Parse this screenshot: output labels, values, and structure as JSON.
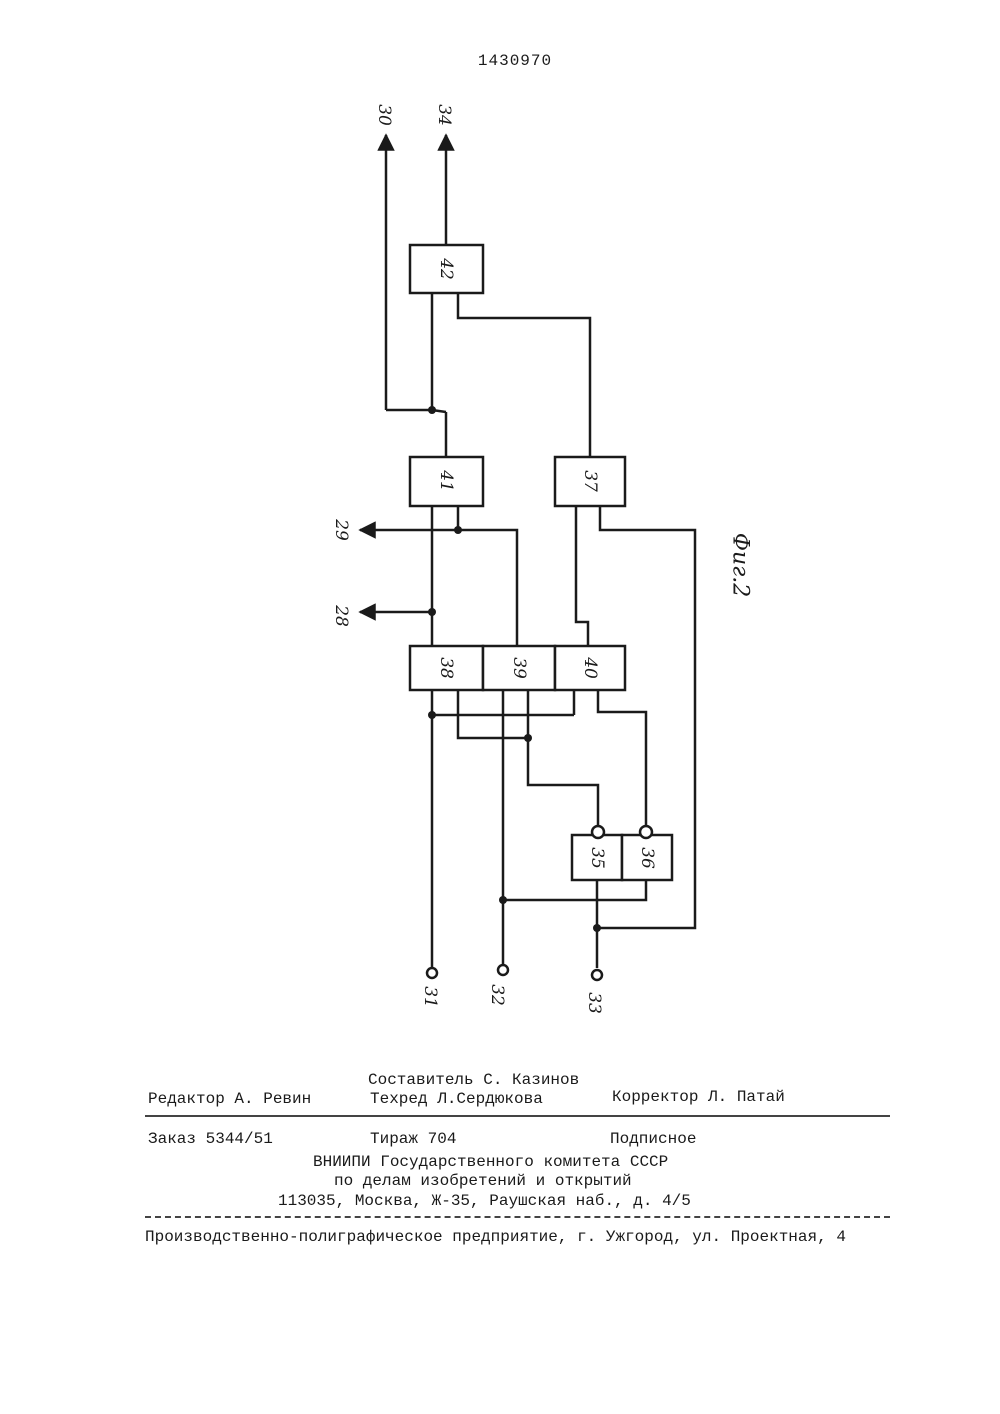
{
  "header": {
    "patent_number": "1430970"
  },
  "figure": {
    "caption": "Фиг.2",
    "blocks": [
      "35",
      "36",
      "37",
      "38",
      "39",
      "40",
      "41",
      "42"
    ],
    "terminals": [
      "28",
      "29",
      "30",
      "31",
      "32",
      "33",
      "34"
    ]
  },
  "imprint": {
    "compiler": "Составитель С. Казинов",
    "editor": "Редактор А. Ревин",
    "techred": "Техред Л.Сердюкова",
    "corrector": "Корректор Л. Патай",
    "order": "Заказ 5344/51",
    "circulation": "Тираж 704",
    "subscription": "Подписное",
    "org_line1": "ВНИИПИ Государственного комитета СССР",
    "org_line2": "по делам изобретений и открытий",
    "org_address": "113035, Москва, Ж-35, Раушская наб., д. 4/5",
    "printer": "Производственно-полиграфическое предприятие, г. Ужгород, ул. Проектная, 4"
  }
}
